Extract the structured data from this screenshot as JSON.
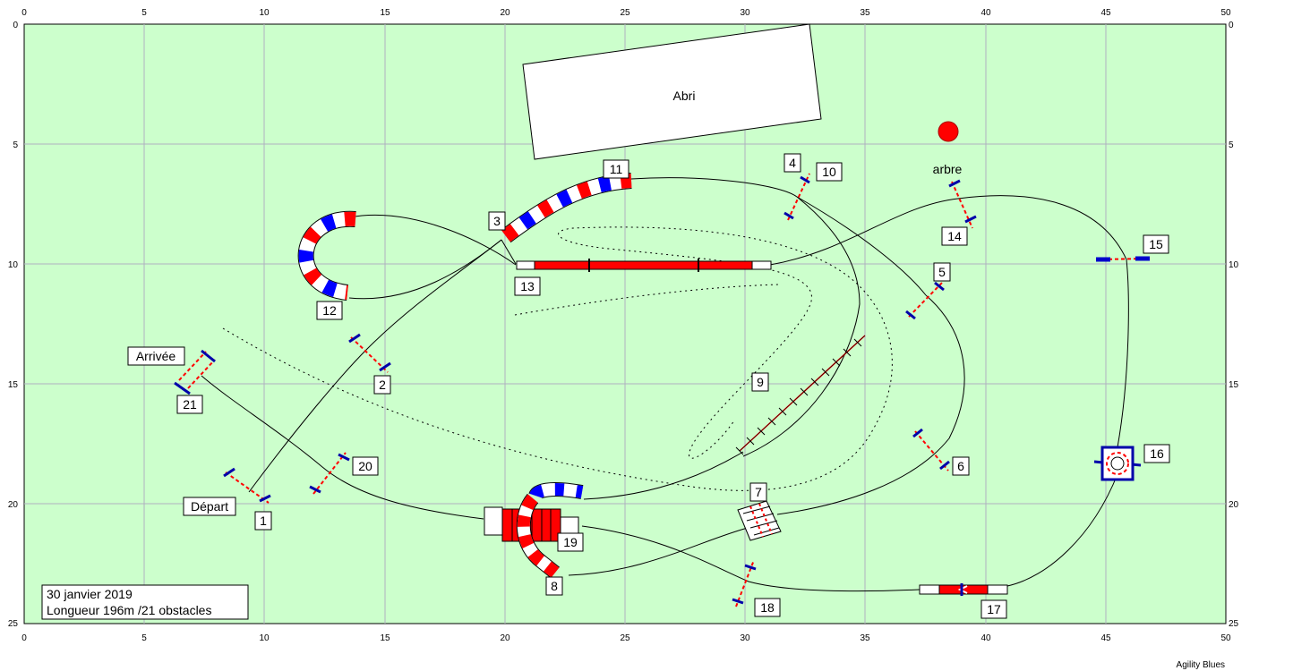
{
  "axes": {
    "x_ticks": [
      "0",
      "5",
      "10",
      "15",
      "20",
      "25",
      "30",
      "35",
      "40",
      "45",
      "50"
    ],
    "y_ticks": [
      "0",
      "5",
      "10",
      "15",
      "20",
      "25"
    ]
  },
  "field": {
    "color": "#ccffcc",
    "grid_color": "#b8b8c8"
  },
  "labels": {
    "shelter": "Abri",
    "tree": "arbre",
    "finish": "Arrivée",
    "start": "Départ",
    "footer": "Agility Blues"
  },
  "info": {
    "date": "30 janvier 2019",
    "length": "Longueur 196m /21 obstacles"
  },
  "obstacles": {
    "n1": "1",
    "n2": "2",
    "n3": "3",
    "n4": "4",
    "n5": "5",
    "n6": "6",
    "n7": "7",
    "n8": "8",
    "n9": "9",
    "n10": "10",
    "n11": "11",
    "n12": "12",
    "n13": "13",
    "n14": "14",
    "n15": "15",
    "n16": "16",
    "n17": "17",
    "n18": "18",
    "n19": "19",
    "n20": "20",
    "n21": "21"
  },
  "colors": {
    "red": "#ff0000",
    "blue": "#0000ff",
    "tree": "#ff0000"
  }
}
